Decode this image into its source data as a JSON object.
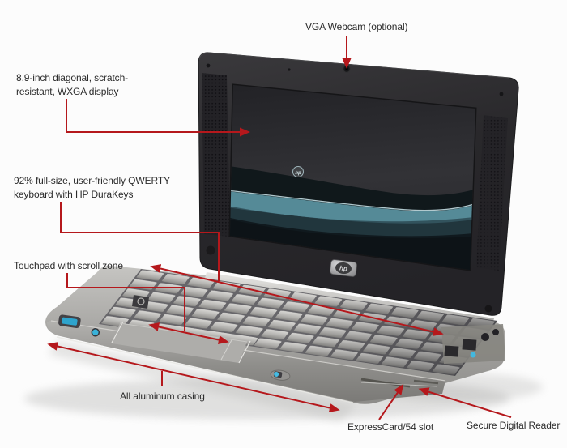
{
  "page": {
    "description": "HP Mini-Note laptop annotated feature diagram",
    "background": "#fcfcfc"
  },
  "colors": {
    "arrow": "#b5181c",
    "label_text": "#2b2b2b"
  },
  "device": {
    "brand_logo": "hp"
  },
  "labels": {
    "webcam": "VGA Webcam (optional)",
    "display_line1": "8.9-inch diagonal, scratch-",
    "display_line2": "resistant, WXGA display",
    "keyboard_line1": "92% full-size, user-friendly QWERTY",
    "keyboard_line2": "keyboard with HP DuraKeys",
    "touchpad": "Touchpad with scroll zone",
    "casing": "All aluminum casing",
    "expresscard": "ExpressCard/54 slot",
    "sd_reader": "Secure Digital Reader"
  }
}
